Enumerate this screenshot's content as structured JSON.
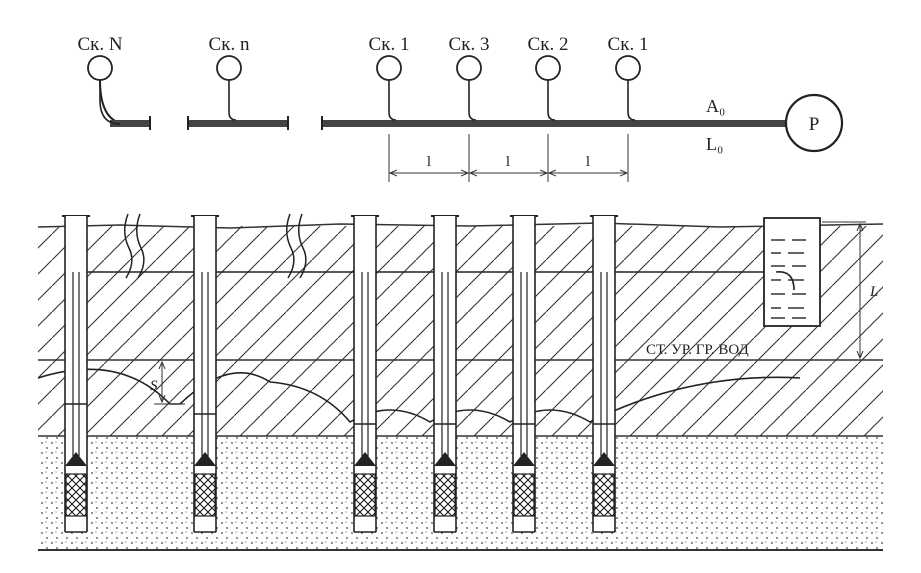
{
  "collector": {
    "well_labels": [
      "Ск. N",
      "Ск. n",
      "Ск. 1",
      "Ск. 3",
      "Ск. 2",
      "Ск. 1"
    ],
    "pump_label": "Р",
    "area_label_top": "A₀",
    "area_label_bottom": "L₀",
    "spacing_labels": [
      "l",
      "l",
      "l"
    ]
  },
  "section": {
    "water_level_label": "СТ. УР. ГР. ВОД",
    "drawdown_label": "S",
    "depth_label": "L"
  }
}
